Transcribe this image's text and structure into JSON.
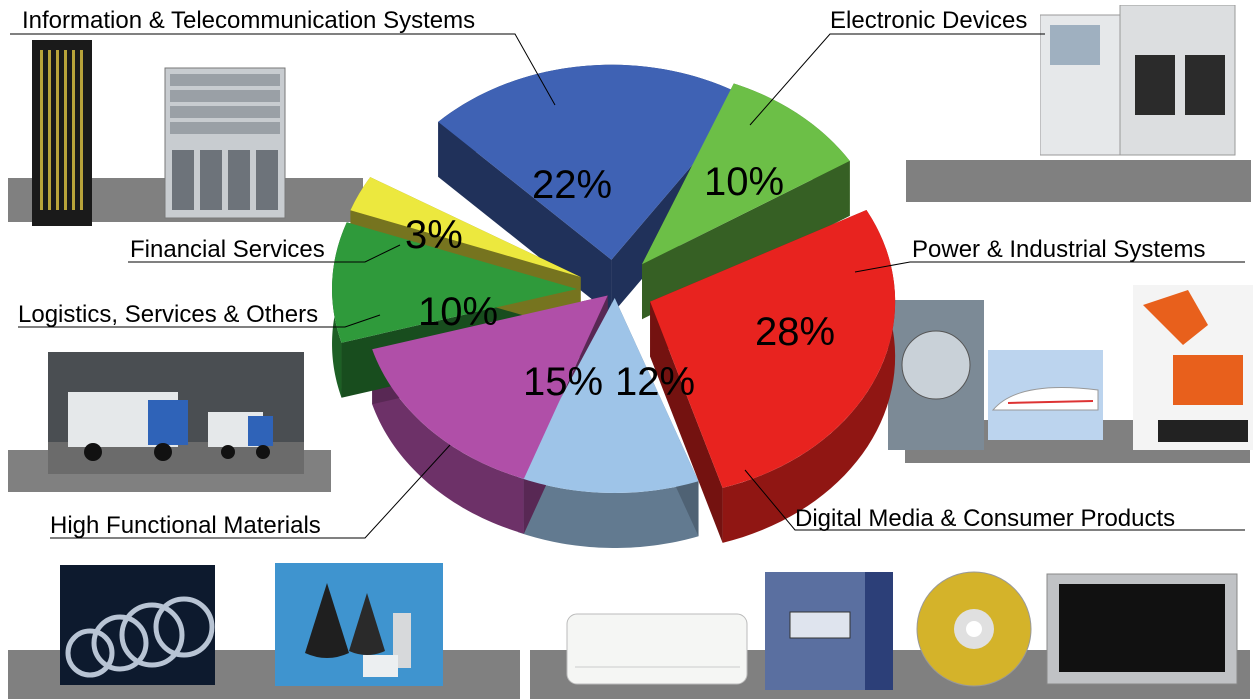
{
  "chart_data": {
    "type": "pie",
    "title": "",
    "categories": [
      "Information & Telecommunication Systems",
      "Electronic Devices",
      "Power & Industrial Systems",
      "Digital Media & Consumer Products",
      "High Functional Materials",
      "Logistics, Services & Others",
      "Financial Services"
    ],
    "values": [
      22,
      10,
      28,
      12,
      15,
      10,
      3
    ],
    "value_labels": [
      "22%",
      "10%",
      "28%",
      "12%",
      "15%",
      "10%",
      "3%"
    ],
    "colors": [
      "#3f62b4",
      "#6cbf47",
      "#e8231f",
      "#9ec4e8",
      "#b04fa8",
      "#2f9a3b",
      "#ece83e"
    ]
  },
  "labels": {
    "info_tel": "Information & Telecommunication Systems",
    "electronic": "Electronic Devices",
    "power": "Power & Industrial Systems",
    "digital": "Digital Media & Consumer Products",
    "materials": "High Functional Materials",
    "logistics": "Logistics, Services & Others",
    "financial": "Financial Services"
  },
  "pct_labels": {
    "info_tel": "22%",
    "electronic": "10%",
    "power": "28%",
    "digital": "12%",
    "materials": "15%",
    "logistics": "10%",
    "financial": "3%"
  },
  "images": {
    "info_tel": "server-racks",
    "electronic": "test-equipment",
    "power": "turbine-train-excavator",
    "logistics": "trucks",
    "materials": "wheels-and-cones",
    "digital": "aircon-dvd-tv"
  }
}
